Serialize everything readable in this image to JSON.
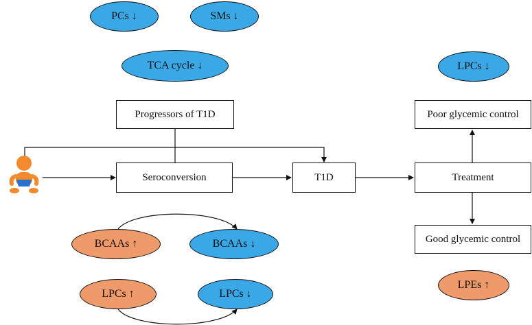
{
  "colors": {
    "decrease": "#3aa7e6",
    "increase": "#ef9a6a",
    "baby_skin": "#f5892e",
    "diaper": "#2b6fcf"
  },
  "icons": {
    "baby": "baby-icon"
  },
  "top_metabolites": [
    {
      "label": "PCs",
      "trend": "↓"
    },
    {
      "label": "SMs",
      "trend": "↓"
    },
    {
      "label": "TCA cycle",
      "trend": "↓"
    }
  ],
  "seroconversion_metabolites": [
    {
      "label": "BCAAs",
      "trend": "↑"
    },
    {
      "label": "BCAAs",
      "trend": "↓"
    },
    {
      "label": "LPCs",
      "trend": "↑"
    },
    {
      "label": "LPCs",
      "trend": "↓"
    }
  ],
  "treatment_metabolites": [
    {
      "label": "LPCs",
      "trend": "↓"
    },
    {
      "label": "LPEs",
      "trend": "↑"
    }
  ],
  "boxes": {
    "progressors": "Progressors of T1D",
    "seroconversion": "Seroconversion",
    "t1d": "T1D",
    "treatment": "Treatment",
    "poor_control": "Poor glycemic control",
    "good_control": "Good glycemic control"
  }
}
